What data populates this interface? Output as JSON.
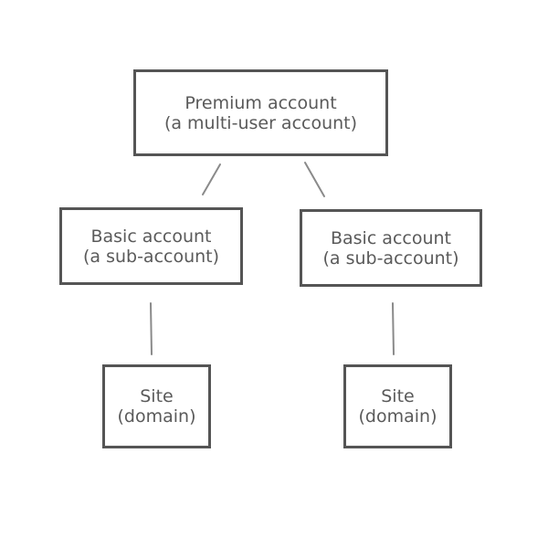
{
  "diagram": {
    "nodes": {
      "premium": {
        "title": "Premium account",
        "subtitle": "(a multi-user account)"
      },
      "basic_left": {
        "title": "Basic account",
        "subtitle": "(a sub-account)"
      },
      "basic_right": {
        "title": "Basic account",
        "subtitle": "(a sub-account)"
      },
      "site_left": {
        "title": "Site",
        "subtitle": "(domain)"
      },
      "site_right": {
        "title": "Site",
        "subtitle": "(domain)"
      }
    },
    "edges": [
      {
        "from": "premium",
        "to": "basic_left"
      },
      {
        "from": "premium",
        "to": "basic_right"
      },
      {
        "from": "basic_left",
        "to": "site_left"
      },
      {
        "from": "basic_right",
        "to": "site_right"
      }
    ],
    "colors": {
      "border": "#555555",
      "text": "#5a5a5a",
      "connector": "#8a8a8a",
      "background": "#ffffff"
    }
  }
}
